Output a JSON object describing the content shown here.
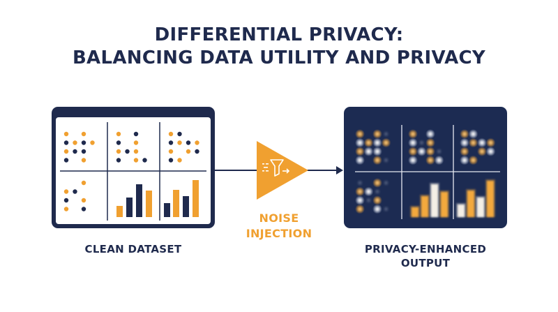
{
  "title": {
    "line1": "DIFFERENTIAL PRIVACY:",
    "line2": "BALANCING DATA UTILITY AND PRIVACY"
  },
  "clean": {
    "caption": "CLEAN DATASET"
  },
  "noise": {
    "line1": "NOISE",
    "line2": "INJECTION",
    "icon": "funnel-icon"
  },
  "output": {
    "line1": "PRIVACY-ENHANCED",
    "line2": "OUTPUT"
  },
  "colors": {
    "navy": "#1f2a4d",
    "orange": "#f0a030",
    "panel_dark": "#1c2b52",
    "white": "#ffffff"
  }
}
